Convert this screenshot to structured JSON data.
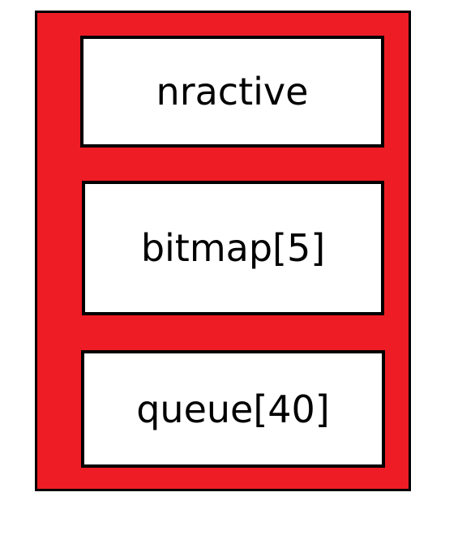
{
  "diagram": {
    "colors": {
      "container_fill": "#ee1c24",
      "field_fill": "#ffffff",
      "border": "#000000"
    },
    "fields": [
      {
        "label": "nractive"
      },
      {
        "label": "bitmap[5]"
      },
      {
        "label": "queue[40]"
      }
    ]
  }
}
